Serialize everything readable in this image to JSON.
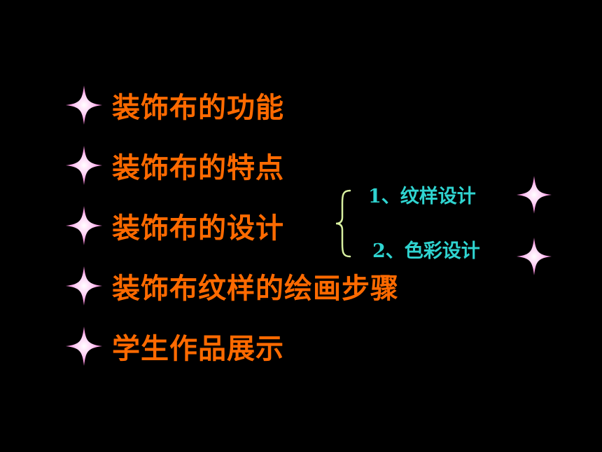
{
  "slide": {
    "background": "#000000",
    "label_color": "#ff6a00",
    "sub_label_color": "#2fd4d0",
    "star_color": "#ff99e6",
    "brace_color": "#d8f0a0",
    "menu_items": [
      {
        "label": "装饰布的功能",
        "icon": "four-point-star-icon"
      },
      {
        "label": "装饰布的特点",
        "icon": "four-point-star-icon"
      },
      {
        "label": "装饰布的设计",
        "icon": "four-point-star-icon"
      },
      {
        "label": "装饰布纹样的绘画步骤",
        "icon": "four-point-star-icon"
      },
      {
        "label": "学生作品展示",
        "icon": "four-point-star-icon"
      }
    ],
    "design_subitems": [
      {
        "label": "1、纹样设计",
        "icon": "four-point-star-icon"
      },
      {
        "label": "2、色彩设计",
        "icon": "four-point-star-icon"
      }
    ]
  }
}
